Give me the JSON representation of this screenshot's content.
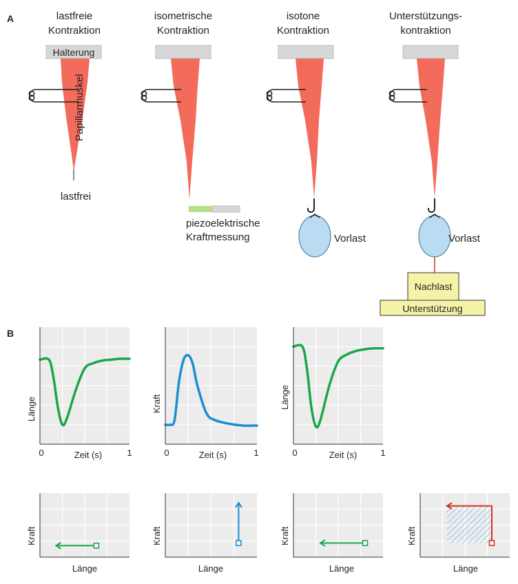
{
  "section_a": {
    "label": "A",
    "panels": [
      {
        "title_1": "lastfreie",
        "title_2": "Kontraktion",
        "holder": "Halterung",
        "muscle": "Papillarmuskel",
        "bottom": "lastfrei"
      },
      {
        "title_1": "isometrische",
        "title_2": "Kontraktion",
        "sensor_1": "piezoelektrische",
        "sensor_2": "Kraftmessung"
      },
      {
        "title_1": "isotone",
        "title_2": "Kontraktion",
        "load": "Vorlast"
      },
      {
        "title_1": "Unterstützungs-",
        "title_2": "kontraktion",
        "load": "Vorlast",
        "afterload": "Nachlast",
        "support": "Unterstützung"
      }
    ]
  },
  "section_b": {
    "label": "B"
  },
  "colors": {
    "muscle": "#f26b5b",
    "green": "#1aa64a",
    "blue": "#1a8fd0",
    "red": "#d9301e",
    "load": "#b9dcf2",
    "box": "#f6f3a8",
    "holder": "#d7d7d7",
    "grid_bg": "#ececec"
  },
  "chart_data": [
    {
      "type": "line",
      "ylabel": "Länge",
      "xlabel": "Zeit (s)",
      "xticks": [
        "0",
        "1"
      ],
      "xlim": [
        0,
        1
      ],
      "ylim": [
        0,
        1
      ],
      "color": "#1aa64a",
      "x": [
        0,
        0.1,
        0.15,
        0.2,
        0.25,
        0.3,
        0.4,
        0.5,
        0.6,
        0.7,
        0.8,
        0.9,
        1
      ],
      "y": [
        0.8,
        0.8,
        0.6,
        0.25,
        0.05,
        0.12,
        0.45,
        0.7,
        0.76,
        0.79,
        0.8,
        0.81,
        0.81
      ]
    },
    {
      "type": "line",
      "ylabel": "Kraft",
      "xlabel": "Zeit (s)",
      "xticks": [
        "0",
        "1"
      ],
      "xlim": [
        0,
        1
      ],
      "ylim": [
        0,
        1
      ],
      "color": "#1a8fd0",
      "x": [
        0,
        0.05,
        0.1,
        0.15,
        0.2,
        0.25,
        0.3,
        0.35,
        0.45,
        0.55,
        0.7,
        0.85,
        1
      ],
      "y": [
        0.05,
        0.05,
        0.1,
        0.55,
        0.8,
        0.85,
        0.75,
        0.5,
        0.18,
        0.1,
        0.06,
        0.04,
        0.04
      ]
    },
    {
      "type": "line",
      "ylabel": "Länge",
      "xlabel": "Zeit (s)",
      "xticks": [
        "0",
        "1"
      ],
      "xlim": [
        0,
        1
      ],
      "ylim": [
        0,
        1
      ],
      "color": "#1aa64a",
      "x": [
        0,
        0.1,
        0.15,
        0.2,
        0.25,
        0.3,
        0.4,
        0.5,
        0.6,
        0.7,
        0.8,
        0.9,
        1
      ],
      "y": [
        0.95,
        0.95,
        0.7,
        0.25,
        0.03,
        0.1,
        0.5,
        0.78,
        0.86,
        0.9,
        0.92,
        0.93,
        0.93
      ]
    },
    {
      "type": "diagram",
      "ylabel": "Kraft",
      "xlabel": "Länge",
      "color": "#1aa64a",
      "arrow_from": [
        0.63,
        0.18
      ],
      "arrow_to": [
        0.18,
        0.18
      ]
    },
    {
      "type": "diagram",
      "ylabel": "Kraft",
      "xlabel": "Länge",
      "color": "#1a8fd0",
      "arrow_from": [
        0.8,
        0.22
      ],
      "arrow_to": [
        0.8,
        0.85
      ]
    },
    {
      "type": "diagram",
      "ylabel": "Kraft",
      "xlabel": "Länge",
      "color": "#1aa64a",
      "arrow_from": [
        0.8,
        0.22
      ],
      "arrow_to": [
        0.3,
        0.22
      ]
    },
    {
      "type": "diagram",
      "ylabel": "Kraft",
      "xlabel": "Länge",
      "color": "#d9301e",
      "arrow_from": [
        0.8,
        0.22
      ],
      "arrow_via": [
        0.8,
        0.8
      ],
      "arrow_to": [
        0.3,
        0.8
      ],
      "hatched": true
    }
  ]
}
